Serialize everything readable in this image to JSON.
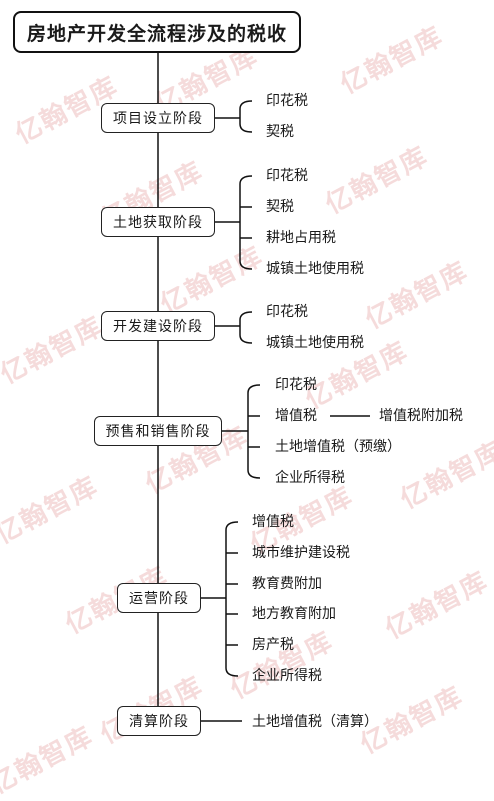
{
  "title": "房地产开发全流程涉及的税收",
  "watermark": "亿翰智库",
  "stages": [
    {
      "label": "项目设立阶段",
      "taxes": [
        "印花税",
        "契税"
      ]
    },
    {
      "label": "土地获取阶段",
      "taxes": [
        "印花税",
        "契税",
        "耕地占用税",
        "城镇土地使用税"
      ]
    },
    {
      "label": "开发建设阶段",
      "taxes": [
        "印花税",
        "城镇土地使用税"
      ]
    },
    {
      "label": "预售和销售阶段",
      "taxes": [
        "印花税",
        "增值税",
        "土地增值税（预缴）",
        "企业所得税"
      ],
      "extra": {
        "from_index": 1,
        "label": "增值税附加税"
      }
    },
    {
      "label": "运营阶段",
      "taxes": [
        "增值税",
        "城市维护建设税",
        "教育费附加",
        "地方教育附加",
        "房产税",
        "企业所得税"
      ]
    },
    {
      "label": "清算阶段",
      "taxes": [
        "土地增值税（清算）"
      ]
    }
  ]
}
